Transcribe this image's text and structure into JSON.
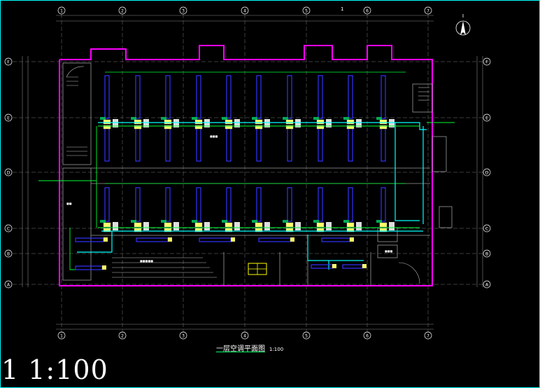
{
  "drawing": {
    "title": "一层空调平面图",
    "scale_note": "1:100",
    "big_label": "1  1:100",
    "grid_columns": [
      "1",
      "2",
      "3",
      "4",
      "5",
      "6",
      "7"
    ],
    "grid_rows": [
      "F",
      "E",
      "D",
      "C",
      "B",
      "A"
    ],
    "top_mark": "1"
  },
  "colors": {
    "background": "#000000",
    "border": "#00ffff",
    "wall": "#ff00ff",
    "pipe_green": "#00ff33",
    "pipe_cyan": "#00ffff",
    "equipment": "#3333ff",
    "equipment_fill": "#ffff66",
    "dimension": "#ffffff"
  }
}
